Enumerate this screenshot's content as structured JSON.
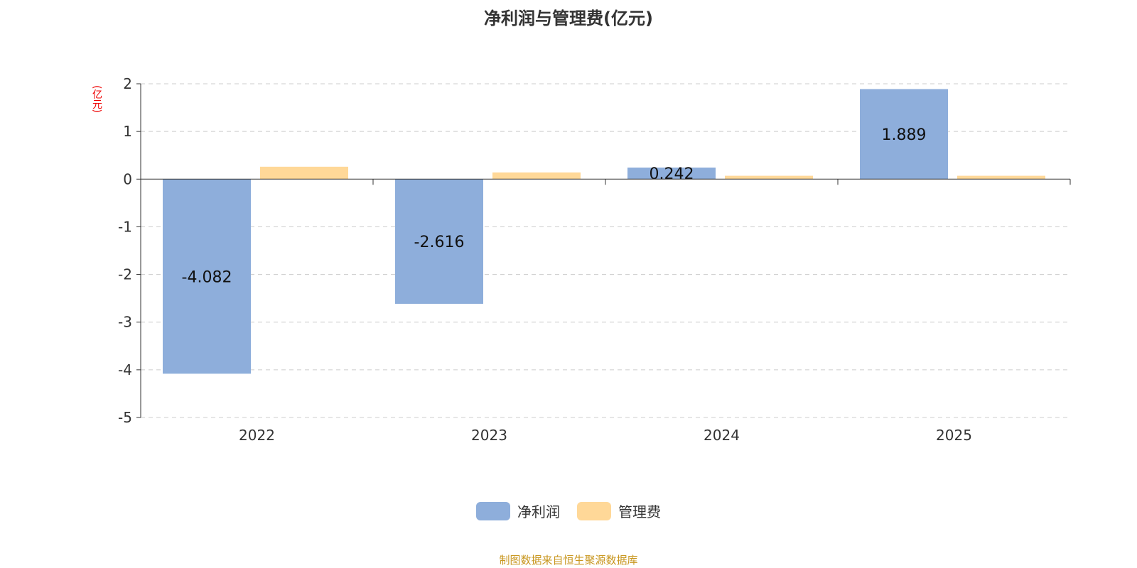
{
  "chart_data": {
    "type": "bar",
    "title": "净利润与管理费(亿元)",
    "ylabel": "(亿元)",
    "categories": [
      "2022",
      "2023",
      "2024",
      "2025"
    ],
    "series": [
      {
        "name": "净利润",
        "color": "#8eaedb",
        "values": [
          -4.082,
          -2.616,
          0.242,
          1.889
        ],
        "labels": [
          "-4.082",
          "-2.616",
          "0.242",
          "1.889"
        ]
      },
      {
        "name": "管理费",
        "color": "#ffd898",
        "values": [
          0.26,
          0.14,
          0.07,
          0.07
        ]
      }
    ],
    "ylim": [
      -5,
      2
    ],
    "yticks": [
      "2",
      "1",
      "0",
      "-1",
      "-2",
      "-3",
      "-4",
      "-5"
    ],
    "grid": true,
    "legend": "bottom-center"
  },
  "source": "制图数据来自恒生聚源数据库"
}
